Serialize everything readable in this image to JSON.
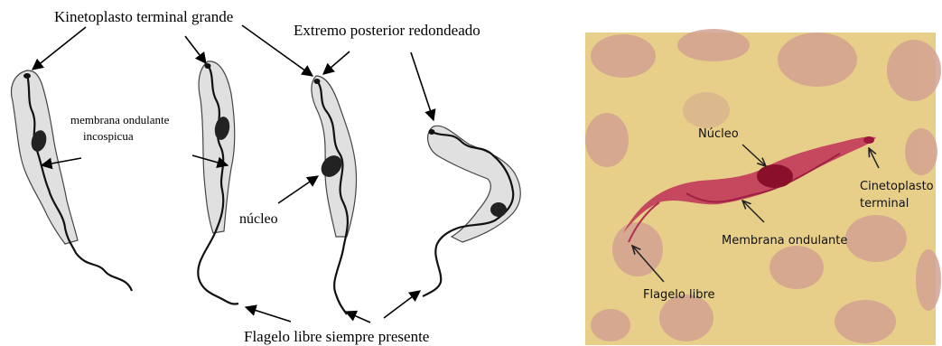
{
  "diagram": {
    "labels": {
      "kinetoplast": "Kinetoplasto terminal grande",
      "posterior": "Extremo posterior redondeado",
      "membrane_line1": "membrana ondulante",
      "membrane_line2": "incospicua",
      "nucleus": "núcleo",
      "flagellum": "Flagelo libre siempre presente"
    }
  },
  "micrograph": {
    "labels": {
      "nucleus": "Núcleo",
      "kinetoplast_line1": "Cinetoplasto",
      "kinetoplast_line2": "terminal",
      "membrane": "Membrana ondulante",
      "flagellum": "Flagelo libre"
    },
    "colors": {
      "background": "#e7cf8a",
      "blood_cell": "#d2a290",
      "parasite": "#c2385a",
      "nucleus": "#8a0f2a"
    }
  }
}
